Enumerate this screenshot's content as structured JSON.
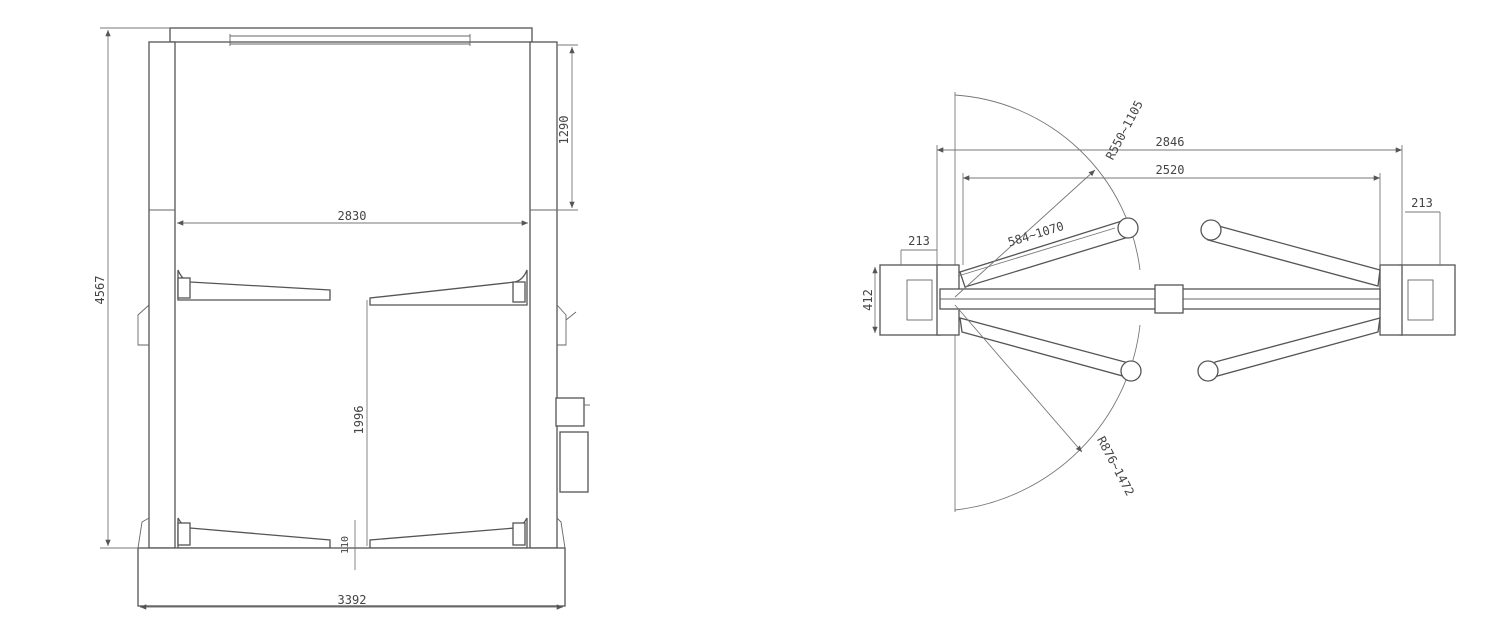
{
  "front_view": {
    "dims": {
      "overall_height": "4567",
      "overhead_clearance": "1290",
      "inner_width": "2830",
      "lift_height": "1996",
      "min_pad_height": "110",
      "overall_width": "3392"
    }
  },
  "top_view": {
    "dims": {
      "overall_width": "2846",
      "inner_width": "2520",
      "post_offset_left": "213",
      "post_offset_right": "213",
      "post_depth": "412",
      "front_arm_radius": "R550~1105",
      "short_arm_reach": "584~1070",
      "rear_arm_radius": "R876~1472"
    }
  }
}
